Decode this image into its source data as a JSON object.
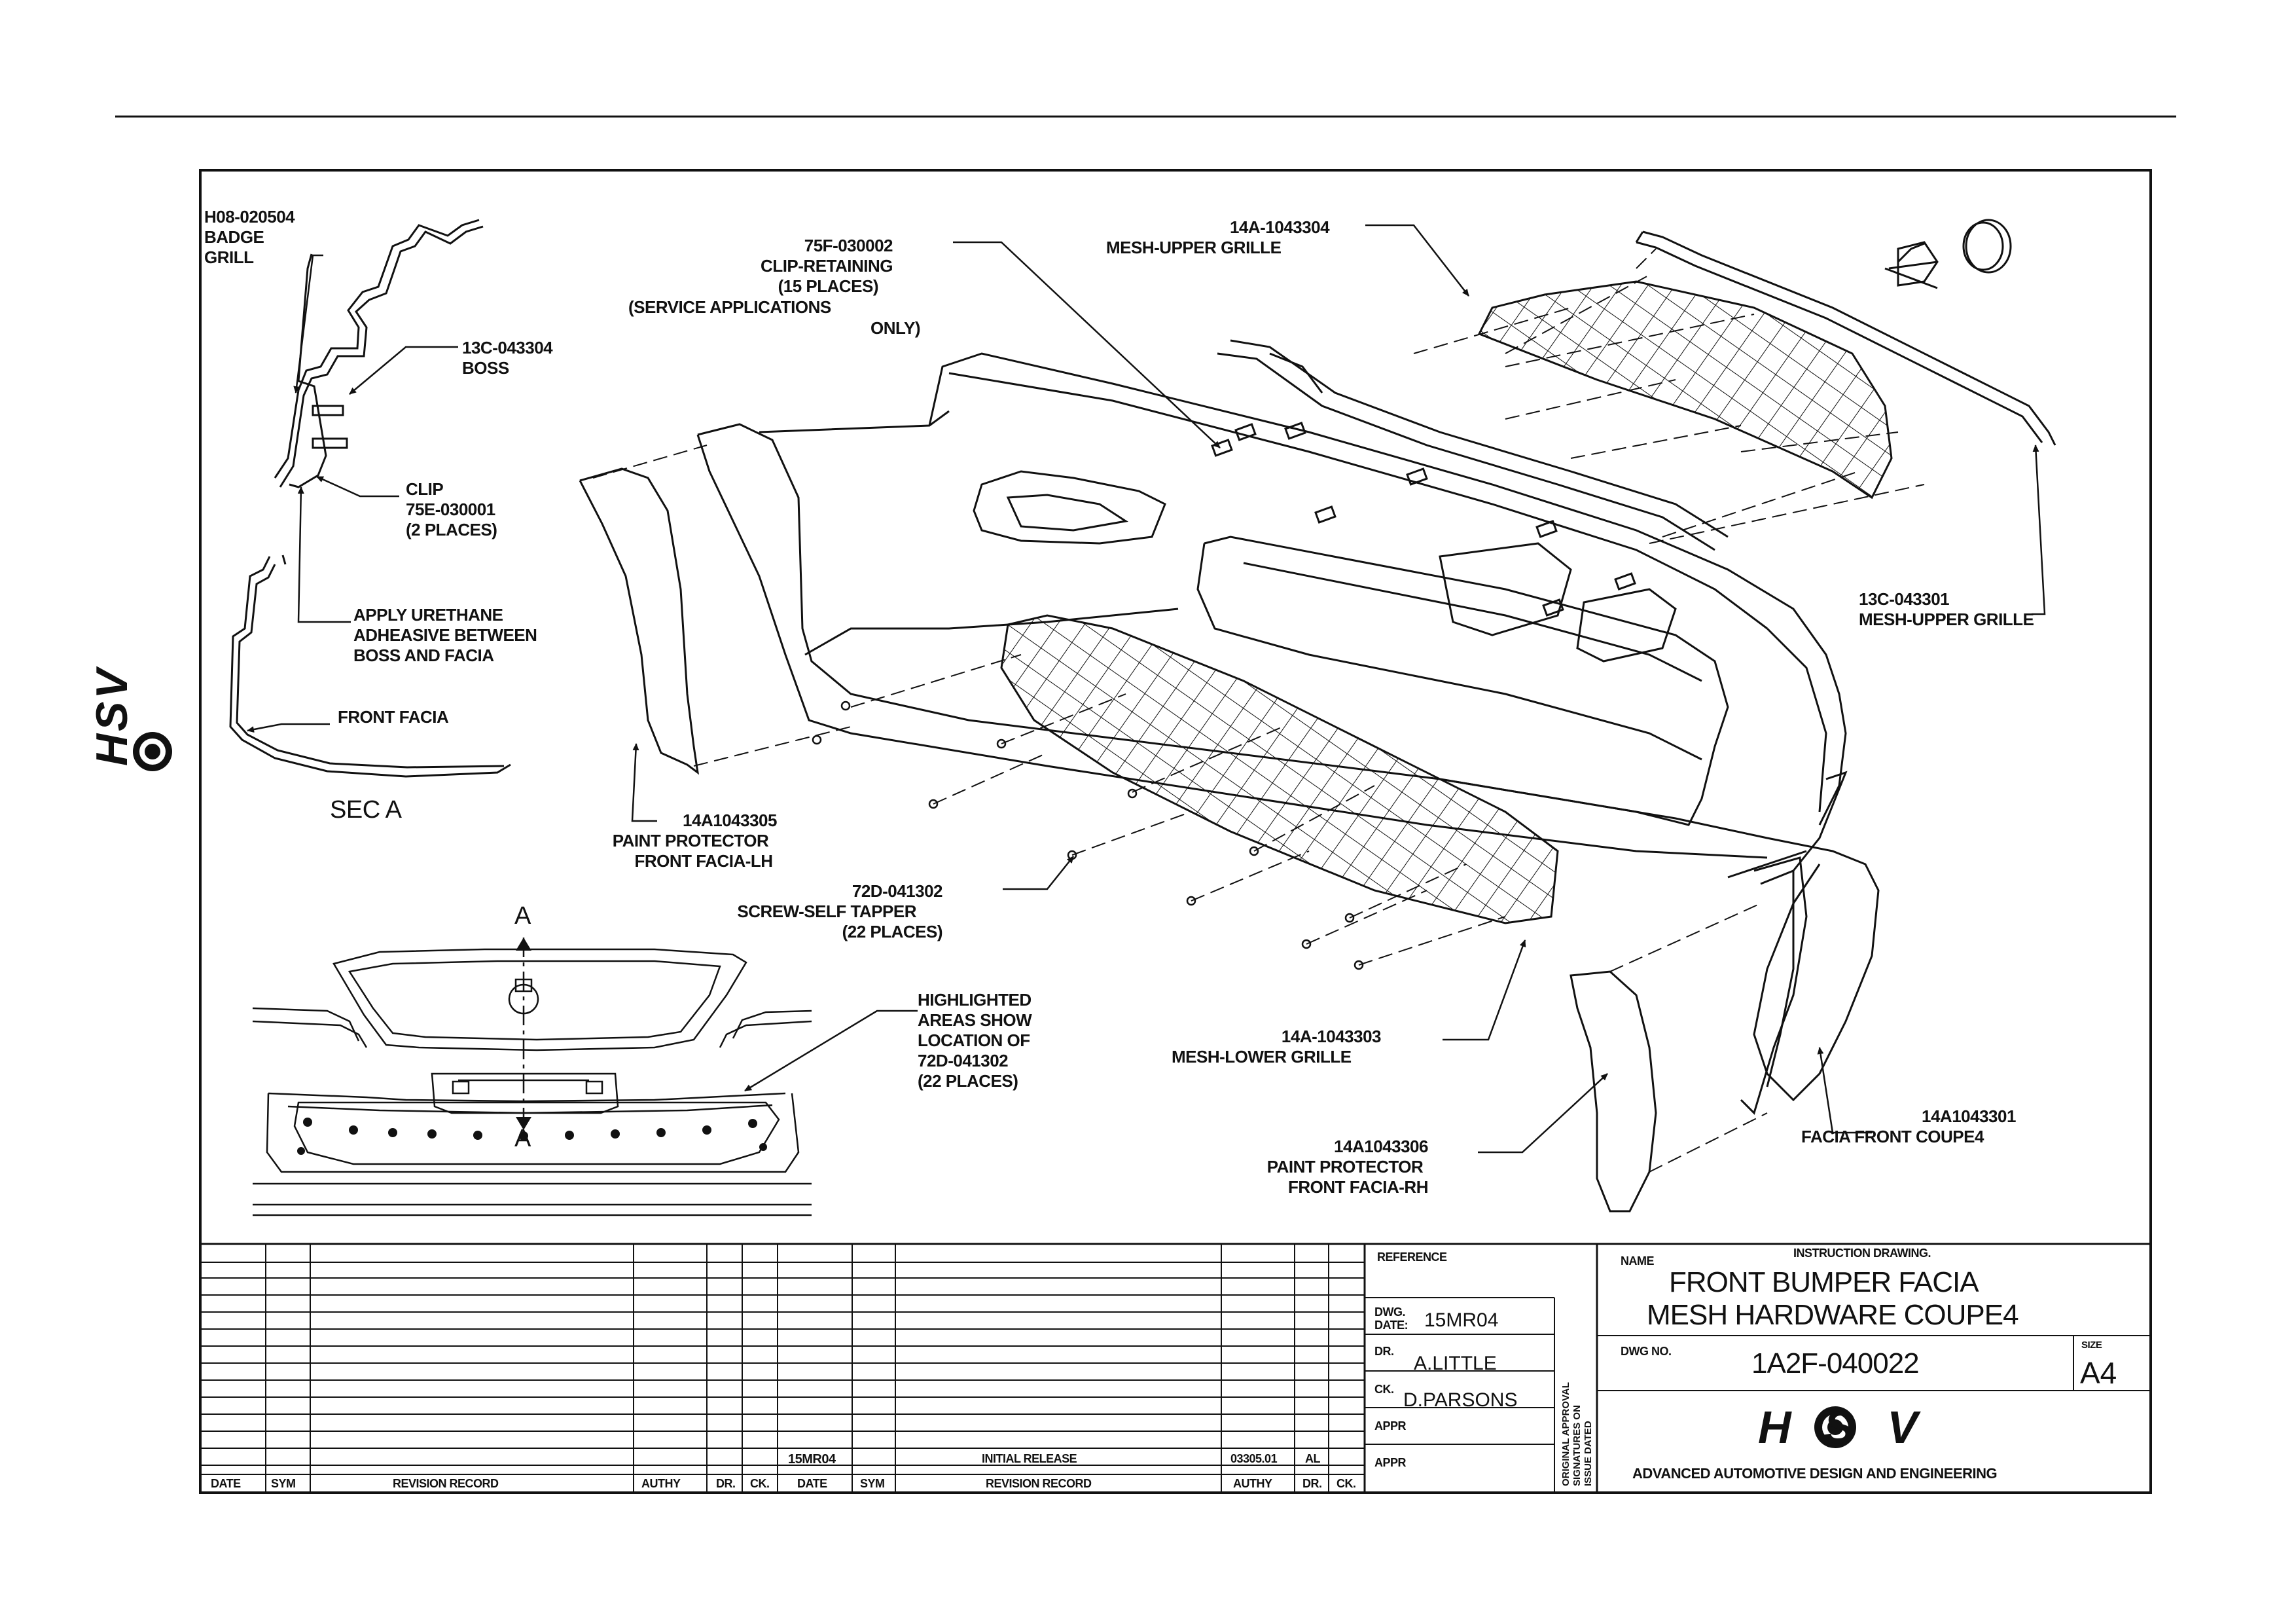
{
  "labels": {
    "badge": [
      "H08-020504",
      "BADGE",
      "GRILL"
    ],
    "boss": [
      "13C-043304",
      "BOSS"
    ],
    "clip": [
      "CLIP",
      "75E-030001",
      "(2 PLACES)"
    ],
    "adhesive": [
      "APPLY URETHANE",
      "ADHEASIVE BETWEEN",
      "BOSS AND FACIA"
    ],
    "front_facia": "FRONT FACIA",
    "section": "SEC A",
    "clip_retaining": [
      "75F-030002",
      "CLIP-RETAINING",
      "(15 PLACES)",
      "(SERVICE APPLICATIONS",
      "ONLY)"
    ],
    "mesh_upper_top": [
      "14A-1043304",
      "MESH-UPPER GRILLE"
    ],
    "mesh_upper_right": [
      "13C-043301",
      "MESH-UPPER GRILLE"
    ],
    "paint_lh": [
      "14A1043305",
      "PAINT PROTECTOR",
      "FRONT FACIA-LH"
    ],
    "screw": [
      "72D-041302",
      "SCREW-SELF TAPPER",
      "(22 PLACES)"
    ],
    "highlighted": [
      "HIGHLIGHTED",
      "AREAS SHOW",
      "LOCATION OF",
      "72D-041302",
      "(22 PLACES)"
    ],
    "mesh_lower": [
      "14A-1043303",
      "MESH-LOWER GRILLE"
    ],
    "paint_rh": [
      "14A1043306",
      "PAINT PROTECTOR",
      "FRONT FACIA-RH"
    ],
    "facia_front": [
      "14A1043301",
      "FACIA FRONT COUPE4"
    ],
    "section_mark_top": "A",
    "section_mark_bottom": "A"
  },
  "logo_text": "HSV",
  "title_block": {
    "revision_headers_left": [
      "DATE",
      "SYM",
      "REVISION RECORD",
      "AUTHY",
      "DR.",
      "CK."
    ],
    "revision_headers_right": [
      "DATE",
      "SYM",
      "REVISION RECORD",
      "AUTHY",
      "DR.",
      "CK."
    ],
    "revision_entry": {
      "date": "15MR04",
      "record": "INITIAL RELEASE",
      "authy": "03305.01",
      "dr": "AL"
    },
    "reference_label": "REFERENCE",
    "dwg_date_label": [
      "DWG.",
      "DATE:"
    ],
    "dwg_date": "15MR04",
    "dr_label": "DR.",
    "dr_name": "A.LITTLE",
    "ck_label": "CK.",
    "ck_name": "D.PARSONS",
    "appr_label_1": "APPR",
    "appr_label_2": "APPR",
    "approval_note": [
      "ORIGINAL APPROVAL",
      "SIGNATURES ON",
      "ISSUE DATED"
    ],
    "name_label": "NAME",
    "instruction": "INSTRUCTION DRAWING.",
    "title_line_1": "FRONT BUMPER FACIA",
    "title_line_2": "MESH HARDWARE COUPE4",
    "dwg_no_label": "DWG NO.",
    "dwg_no": "1A2F-040022",
    "size_label": "SIZE",
    "size": "A4",
    "company": "ADVANCED AUTOMOTIVE DESIGN AND ENGINEERING"
  }
}
